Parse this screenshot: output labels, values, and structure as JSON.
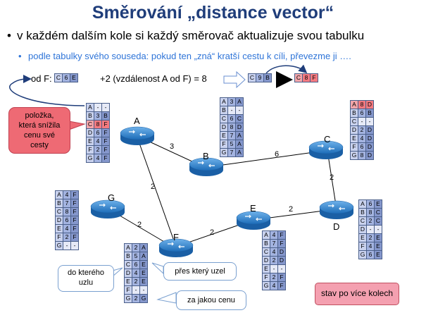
{
  "title": "Směrování „distance vector“",
  "bullet1": "v každém dalším kole si každý směrovač aktualizuje svou tabulku",
  "bullet2": "podle tabulky svého souseda: pokud ten „zná“ kratší cestu k cíli, převezme ji ….",
  "from_f_label": "od F:",
  "from_f_row": [
    "C",
    "6",
    "E"
  ],
  "plus_text": "+2 (vzdálenost A od F) = 8",
  "arrow_row_old": [
    "C",
    "9",
    "B"
  ],
  "arrow_row_new": [
    "C",
    "8",
    "F"
  ],
  "routers": {
    "A": "A",
    "B": "B",
    "C": "C",
    "D": "D",
    "E": "E",
    "F": "F",
    "G": "G"
  },
  "links": [
    {
      "from": "A",
      "to": "B",
      "cost": "3"
    },
    {
      "from": "B",
      "to": "C",
      "cost": "6"
    },
    {
      "from": "A",
      "to": "F",
      "cost": "2"
    },
    {
      "from": "G",
      "to": "F",
      "cost": "2"
    },
    {
      "from": "F",
      "to": "E",
      "cost": "2"
    },
    {
      "from": "E",
      "to": "D",
      "cost": "2"
    },
    {
      "from": "C",
      "to": "D",
      "cost": "2"
    }
  ],
  "tables": {
    "A": [
      [
        "A",
        "-",
        "-"
      ],
      [
        "B",
        "3",
        "B"
      ],
      [
        "C",
        "8",
        "F"
      ],
      [
        "D",
        "6",
        "F"
      ],
      [
        "E",
        "4",
        "F"
      ],
      [
        "F",
        "2",
        "F"
      ],
      [
        "G",
        "4",
        "F"
      ]
    ],
    "B": [
      [
        "A",
        "3",
        "A"
      ],
      [
        "B",
        "-",
        "-"
      ],
      [
        "C",
        "6",
        "C"
      ],
      [
        "D",
        "8",
        "D"
      ],
      [
        "E",
        "7",
        "A"
      ],
      [
        "F",
        "5",
        "A"
      ],
      [
        "G",
        "7",
        "A"
      ]
    ],
    "C": [
      [
        "A",
        "8",
        "D"
      ],
      [
        "B",
        "6",
        "B"
      ],
      [
        "C",
        "-",
        "-"
      ],
      [
        "D",
        "2",
        "D"
      ],
      [
        "E",
        "4",
        "D"
      ],
      [
        "F",
        "6",
        "D"
      ],
      [
        "G",
        "8",
        "D"
      ]
    ],
    "D": [
      [
        "A",
        "6",
        "E"
      ],
      [
        "B",
        "8",
        "C"
      ],
      [
        "C",
        "2",
        "C"
      ],
      [
        "D",
        "-",
        "-"
      ],
      [
        "E",
        "2",
        "E"
      ],
      [
        "F",
        "4",
        "E"
      ],
      [
        "G",
        "6",
        "E"
      ]
    ],
    "E": [
      [
        "A",
        "4",
        "F"
      ],
      [
        "B",
        "7",
        "F"
      ],
      [
        "C",
        "4",
        "D"
      ],
      [
        "D",
        "2",
        "D"
      ],
      [
        "E",
        "-",
        "-"
      ],
      [
        "F",
        "2",
        "F"
      ],
      [
        "G",
        "4",
        "F"
      ]
    ],
    "F": [
      [
        "A",
        "2",
        "A"
      ],
      [
        "B",
        "5",
        "A"
      ],
      [
        "C",
        "6",
        "E"
      ],
      [
        "D",
        "4",
        "E"
      ],
      [
        "E",
        "2",
        "E"
      ],
      [
        "F",
        "-",
        "-"
      ],
      [
        "G",
        "2",
        "G"
      ]
    ],
    "G": [
      [
        "A",
        "4",
        "F"
      ],
      [
        "B",
        "7",
        "F"
      ],
      [
        "C",
        "8",
        "F"
      ],
      [
        "D",
        "6",
        "F"
      ],
      [
        "E",
        "4",
        "F"
      ],
      [
        "F",
        "2",
        "F"
      ],
      [
        "G",
        "-",
        "-"
      ]
    ]
  },
  "callouts": {
    "polozka": "položka, která snížila cenu své cesty",
    "do_ktereho": "do kterého uzlu",
    "pres_ktery": "přes který uzel",
    "za_jakou": "za jakou cenu"
  },
  "status_box": "stav po více kolech",
  "colors": {
    "title": "#1f3d7a",
    "bullet2": "#2e74d8",
    "highlight": "#f47a80",
    "router": "#2a7fc9"
  }
}
